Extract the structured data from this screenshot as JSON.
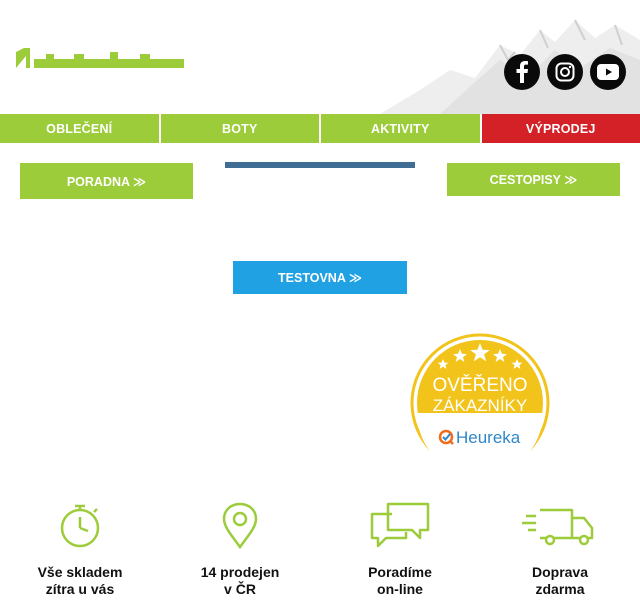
{
  "social": {
    "facebook": "facebook-icon",
    "instagram": "instagram-icon",
    "youtube": "youtube-icon"
  },
  "nav": {
    "items": [
      {
        "label": "OBLEČENÍ"
      },
      {
        "label": "BOTY"
      },
      {
        "label": "AKTIVITY"
      },
      {
        "label": "VÝPRODEJ"
      }
    ]
  },
  "buttons": {
    "poradna": "PORADNA ≫",
    "cestopisy": "CESTOPISY ≫",
    "testovna": "TESTOVNA ≫"
  },
  "badge": {
    "line1": "OVĚŘENO",
    "line2": "ZÁKAZNÍKY",
    "brand": "Heureka"
  },
  "features": [
    {
      "line1": "Vše skladem",
      "line2": "zítra u vás",
      "icon": "stopwatch-icon"
    },
    {
      "line1": "14 prodejen",
      "line2": "v ČR",
      "icon": "location-pin-icon"
    },
    {
      "line1": "Poradíme",
      "line2": "on-line",
      "icon": "chat-bubbles-icon"
    },
    {
      "line1": "Doprava",
      "line2": "zdarma",
      "icon": "delivery-truck-icon"
    }
  ],
  "colors": {
    "green": "#9ccc3a",
    "red": "#d42027",
    "blue": "#1fa1e3",
    "badge_yellow": "#f2c31a"
  }
}
